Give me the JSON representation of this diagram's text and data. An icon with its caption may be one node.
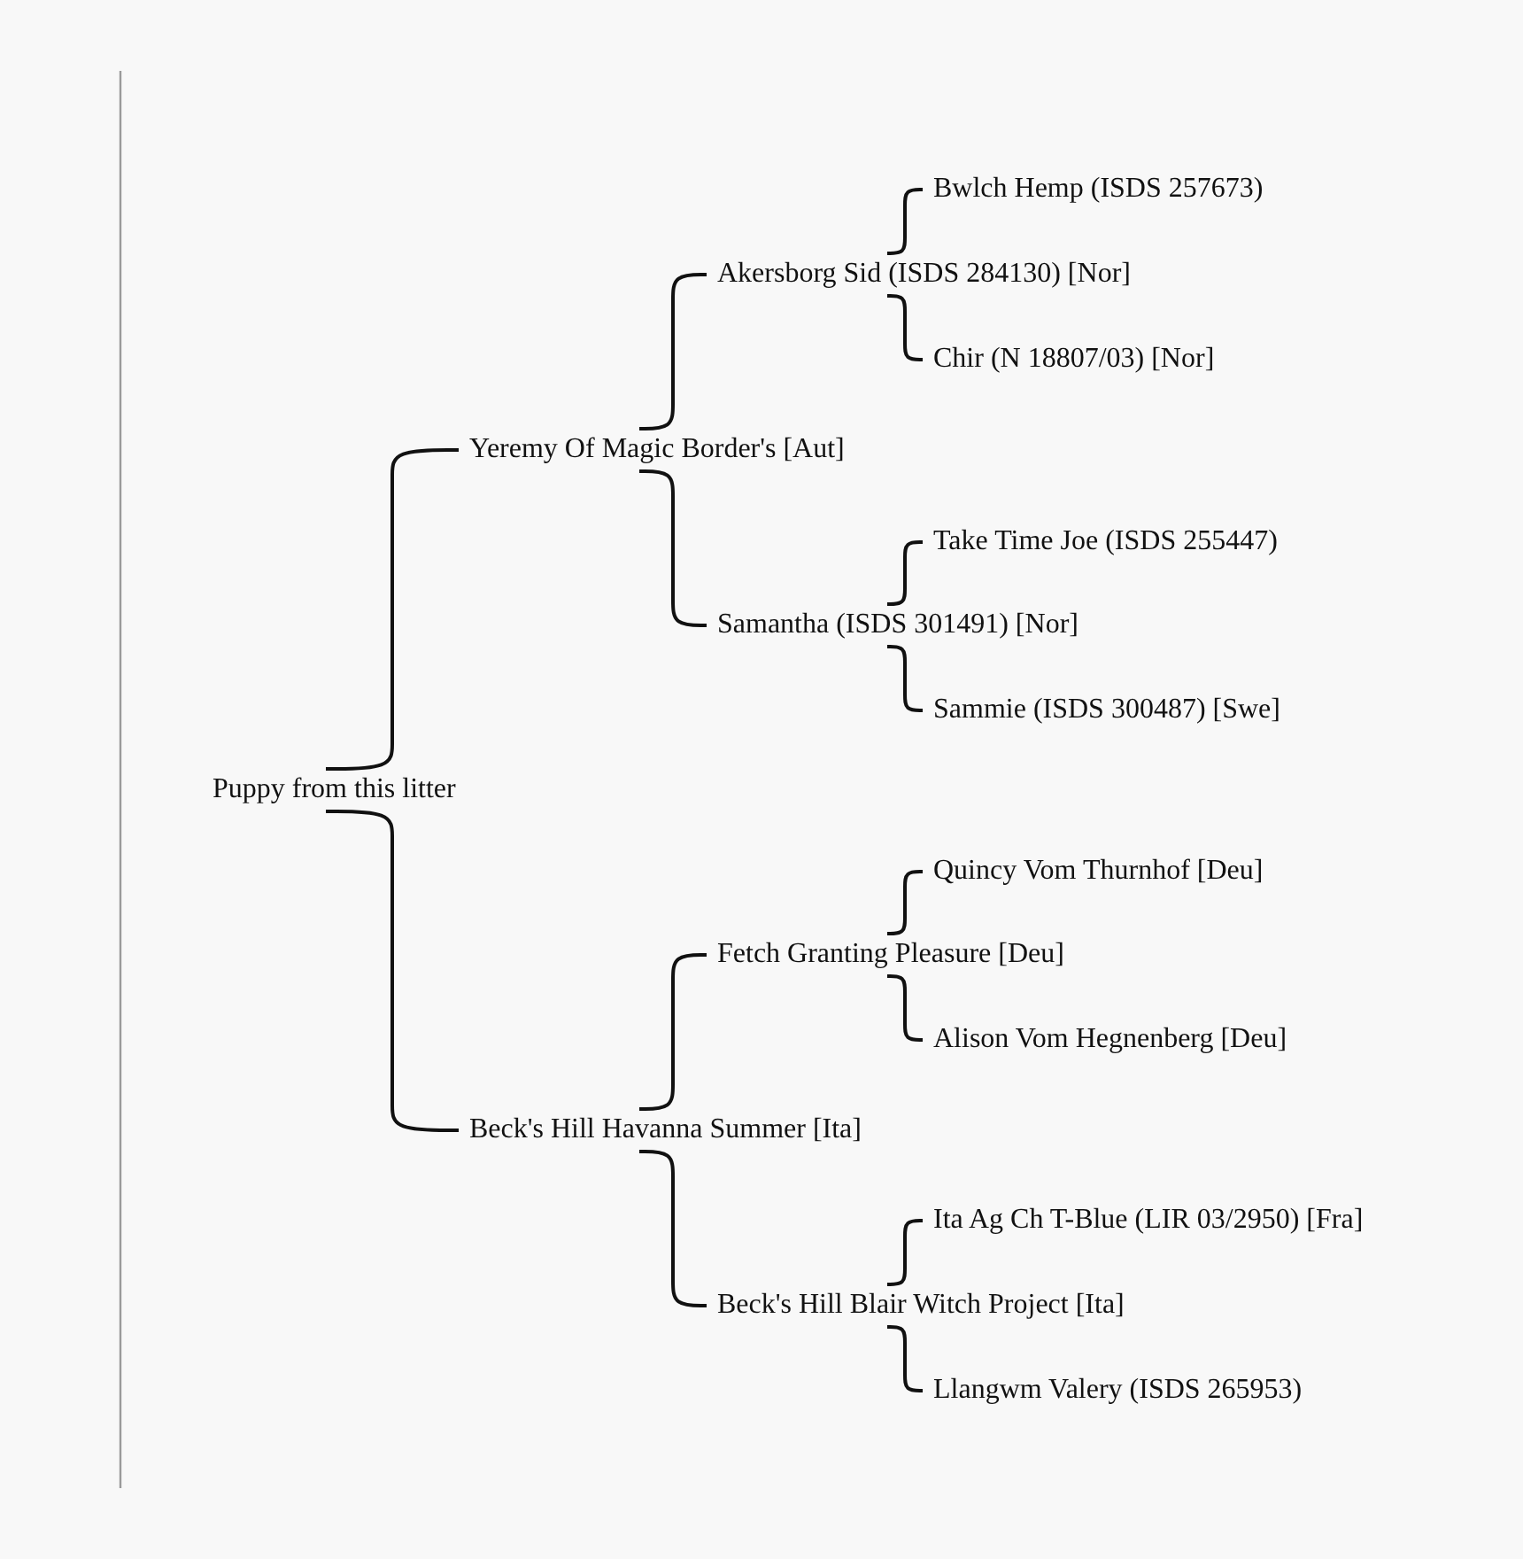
{
  "diagram": {
    "nodes": [
      {
        "text": [
          "Puppy from this litter"
        ]
      },
      {
        "text": [
          "Yeremy Of Magic Border's [Aut]"
        ]
      },
      {
        "text": [
          "Akersborg Sid (ISDS 284130) [Nor]"
        ]
      },
      {
        "text": [
          "Bwlch Hemp (ISDS 257673)"
        ]
      },
      {
        "text": [
          "Chir (N 18807/03) [Nor]"
        ]
      },
      {
        "text": [
          "Samantha (ISDS 301491) [Nor]"
        ]
      },
      {
        "text": [
          "Take Time Joe (ISDS 255447)"
        ]
      },
      {
        "text": [
          "Sammie (ISDS 300487) [Swe]"
        ]
      },
      {
        "text": [
          "Beck's Hill Havanna Summer [Ita]"
        ]
      },
      {
        "text": [
          "Fetch Granting Pleasure [Deu]"
        ]
      },
      {
        "text": [
          "Quincy Vom Thurnhof [Deu]"
        ]
      },
      {
        "text": [
          "Alison Vom Hegnenberg [Deu]"
        ]
      },
      {
        "text": [
          "Beck's Hill Blair Witch Project [Ita]"
        ]
      },
      {
        "text": [
          "Ita Ag Ch T-Blue (LIR 03/2950) [Fra]"
        ]
      },
      {
        "text": [
          "Llangwm Valery (ISDS 265953)"
        ]
      }
    ],
    "edges": [
      {
        "from": 0,
        "to": 1,
        "arrow": "none"
      },
      {
        "from": 1,
        "to": 2,
        "arrow": "none"
      },
      {
        "from": 2,
        "to": 3,
        "arrow": "none"
      },
      {
        "from": 2,
        "to": 4,
        "arrow": "none"
      },
      {
        "from": 1,
        "to": 5,
        "arrow": "none"
      },
      {
        "from": 5,
        "to": 6,
        "arrow": "none"
      },
      {
        "from": 5,
        "to": 7,
        "arrow": "none"
      },
      {
        "from": 0,
        "to": 8,
        "arrow": "none"
      },
      {
        "from": 8,
        "to": 9,
        "arrow": "none"
      },
      {
        "from": 9,
        "to": 10,
        "arrow": "none"
      },
      {
        "from": 9,
        "to": 11,
        "arrow": "none"
      },
      {
        "from": 8,
        "to": 12,
        "arrow": "none"
      },
      {
        "from": 12,
        "to": 13,
        "arrow": "none"
      },
      {
        "from": 12,
        "to": 14,
        "arrow": "none"
      }
    ]
  }
}
